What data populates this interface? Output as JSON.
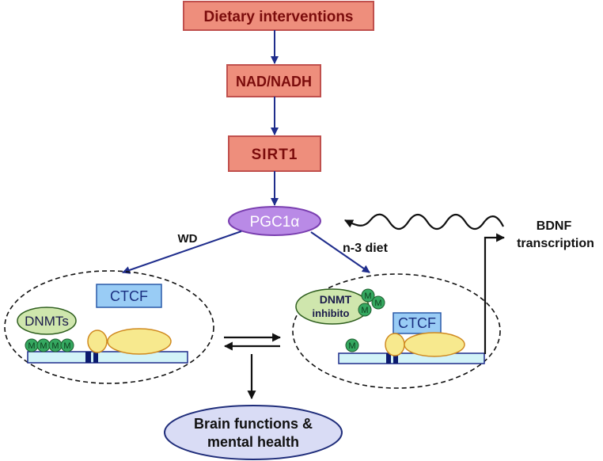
{
  "nodes": {
    "dietary": "Dietary interventions",
    "nad": "NAD/NADH",
    "sirt1": "SIRT1",
    "pgc1a": "PGC1α",
    "outcome_line1": "Brain functions &",
    "outcome_line2": "mental health"
  },
  "edge_labels": {
    "left": "WD",
    "right": "n-3 diet"
  },
  "bdnf": {
    "line1": "BDNF",
    "line2": "transcription"
  },
  "left_state": {
    "ctcf": "CTCF",
    "dnmts": "DNMTs",
    "methyl": "M"
  },
  "right_state": {
    "ctcf": "CTCF",
    "inhibitor_line1": "DNMT",
    "inhibitor_line2": "inhibito",
    "methyl": "M"
  },
  "colors": {
    "step_box_fill": "#ee8e7c",
    "step_box_stroke": "#c0504d",
    "step_text": "#7b0c0c",
    "pathway_arrow": "#1f2d8c",
    "pgc1a_fill": "#b98ae6",
    "pgc1a_stroke": "#7a3fb0",
    "pgc1a_text": "#ffffff",
    "ctcf_fill": "#99ccf5",
    "ctcf_stroke": "#2a5aa8",
    "ctcf_text": "#1a2f80",
    "dnmt_fill": "#cfe6ad",
    "dnmt_stroke": "#2e5e1e",
    "methyl_fill": "#35a860",
    "methyl_stroke": "#1e5e2e",
    "protein_fill": "#f7e98e",
    "protein_stroke": "#d08a20",
    "dna_fill": "#d2f3f8",
    "dna_stroke": "#1f2d8c",
    "dna_site": "#0b1a6e",
    "outcome_fill": "#d9dcf5",
    "outcome_stroke": "#1f2d7a"
  }
}
